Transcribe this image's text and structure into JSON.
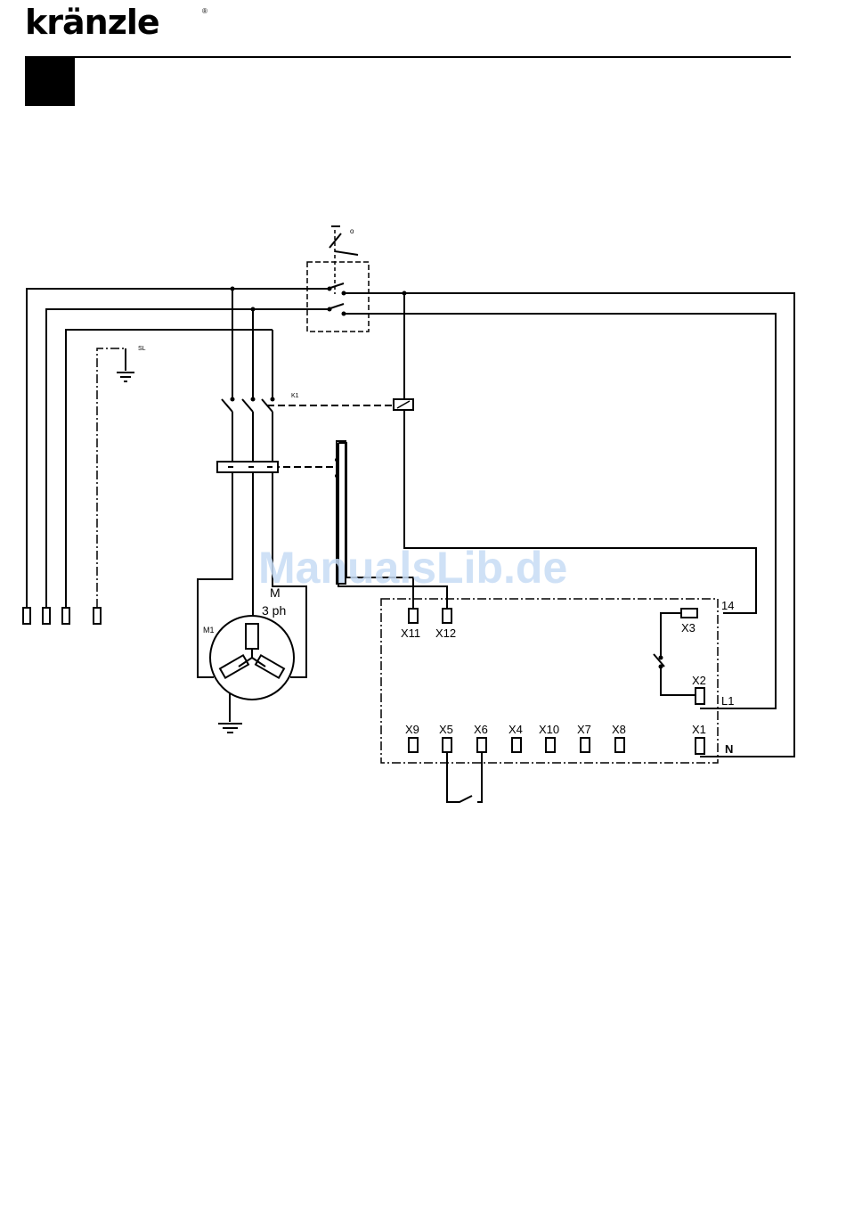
{
  "header": {
    "brand": "kränzle",
    "reg_mark": "®"
  },
  "watermark": "ManualsLib.de",
  "labels": {
    "sl": "SL",
    "k1": "K1",
    "m1": "M1",
    "motor": "M",
    "motor_phase": "3 ph",
    "x11": "X11",
    "x12": "X12",
    "x3": "X3",
    "x2": "X2",
    "x1": "X1",
    "x9": "X9",
    "x5": "X5",
    "x6": "X6",
    "x4": "X4",
    "x10": "X10",
    "x7": "X7",
    "x8": "X8",
    "t14": "14",
    "l1": "L1",
    "n": "N",
    "switch_zero": "o"
  }
}
